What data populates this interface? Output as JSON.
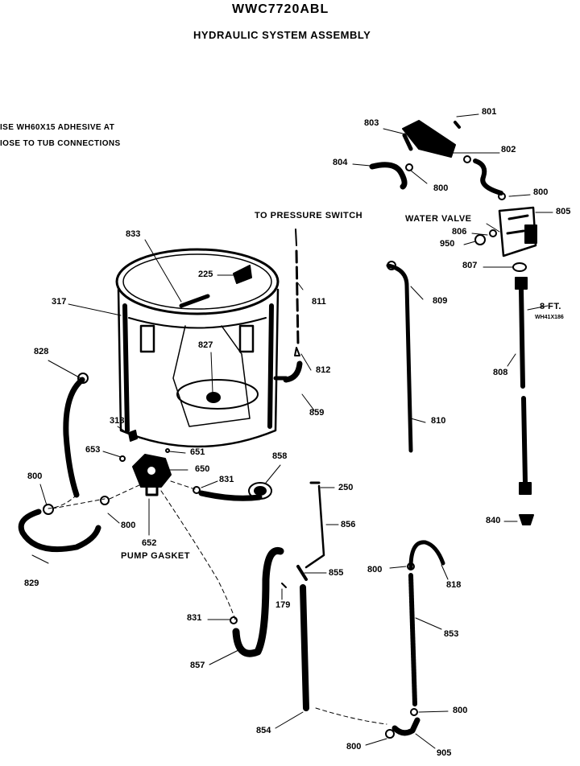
{
  "title": "WWC7720ABL",
  "subtitle": "HYDRAULIC SYSTEM ASSEMBLY",
  "note": {
    "line1": "ISE  WH60X15  ADHESIVE  AT",
    "line2": "IOSE  TO  TUB  CONNECTIONS"
  },
  "labels": {
    "to_pressure_switch": "TO  PRESSURE  SWITCH",
    "water_valve": "WATER  VALVE",
    "pump_gasket": "PUMP GASKET",
    "eight_ft": "8  FT.",
    "wh41x186": "WH41X186"
  },
  "parts": {
    "p801": "801",
    "p803": "803",
    "p802": "802",
    "p804": "804",
    "p800a": "800",
    "p800b": "800",
    "p800c": "800",
    "p800d": "800",
    "p800e": "800",
    "p800f": "800",
    "p800g": "800",
    "p805": "805",
    "p806": "806",
    "p950": "950",
    "p807": "807",
    "p833": "833",
    "p225": "225",
    "p317": "317",
    "p811": "811",
    "p809": "809",
    "p808": "808",
    "p828": "828",
    "p827": "827",
    "p812": "812",
    "p859": "859",
    "p318": "318",
    "p810": "810",
    "p653": "653",
    "p651": "651",
    "p650": "650",
    "p858": "858",
    "p831a": "831",
    "p831b": "831",
    "p250": "250",
    "p840": "840",
    "p652": "652",
    "p856": "856",
    "p829": "829",
    "p855": "855",
    "p179": "179",
    "p818": "818",
    "p853": "853",
    "p857": "857",
    "p854": "854",
    "p905": "905"
  }
}
